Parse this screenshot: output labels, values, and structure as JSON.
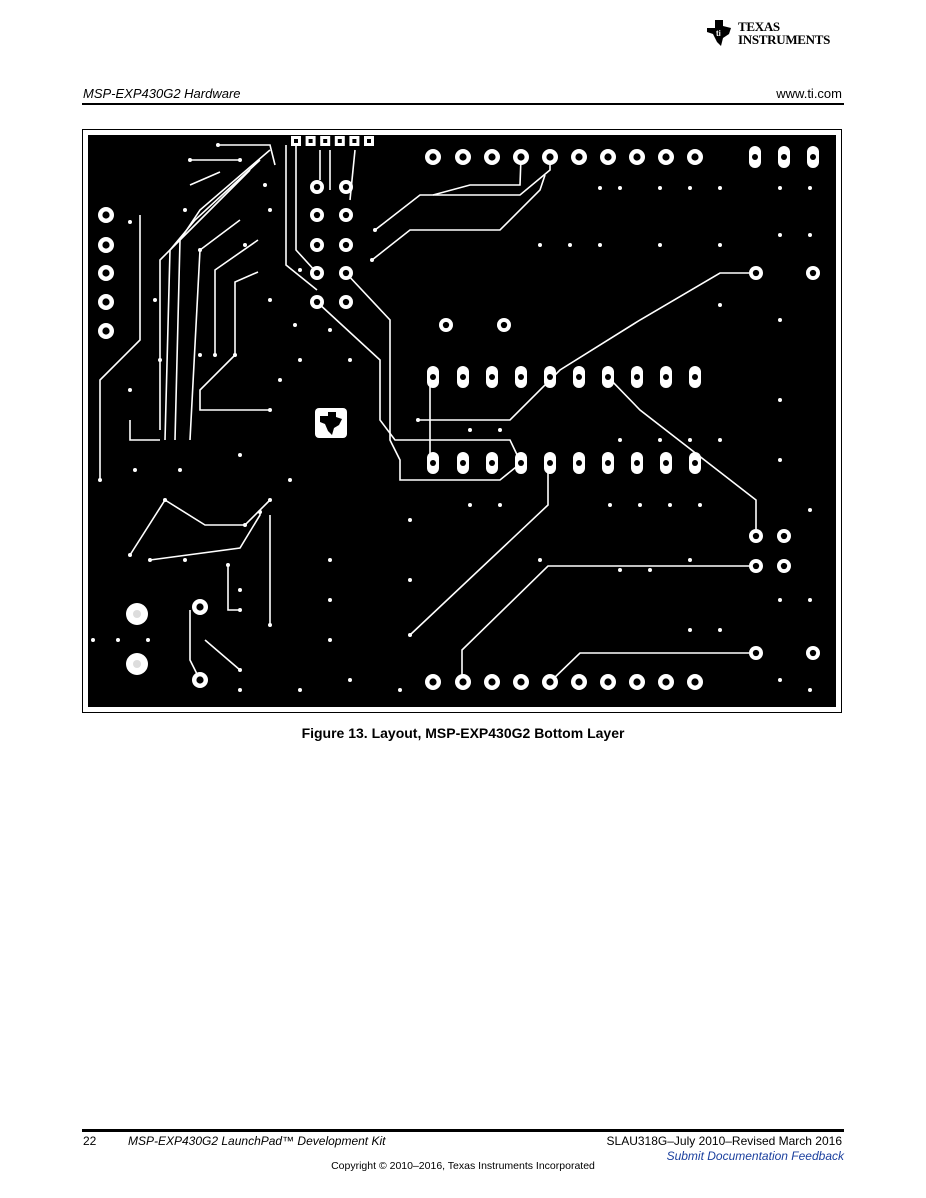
{
  "header": {
    "logo_text_line1": "Texas",
    "logo_text_line2": "Instruments",
    "section": "MSP-EXP430G2 Hardware",
    "url": "www.ti.com"
  },
  "figure": {
    "caption": "Figure 13.  Layout, MSP-EXP430G2 Bottom Layer",
    "image": "pcb-bottom-layer"
  },
  "footer": {
    "page_number": "22",
    "kit_title": "MSP-EXP430G2 LaunchPad™ Development Kit",
    "doc_id": "SLAU318G–July 2010–Revised March 2016",
    "feedback_link": "Submit Documentation Feedback",
    "copyright": "Copyright © 2010–2016, Texas Instruments Incorporated"
  },
  "colors": {
    "board": "#000000",
    "copper": "#ffffff",
    "link": "#1a3f9e"
  }
}
